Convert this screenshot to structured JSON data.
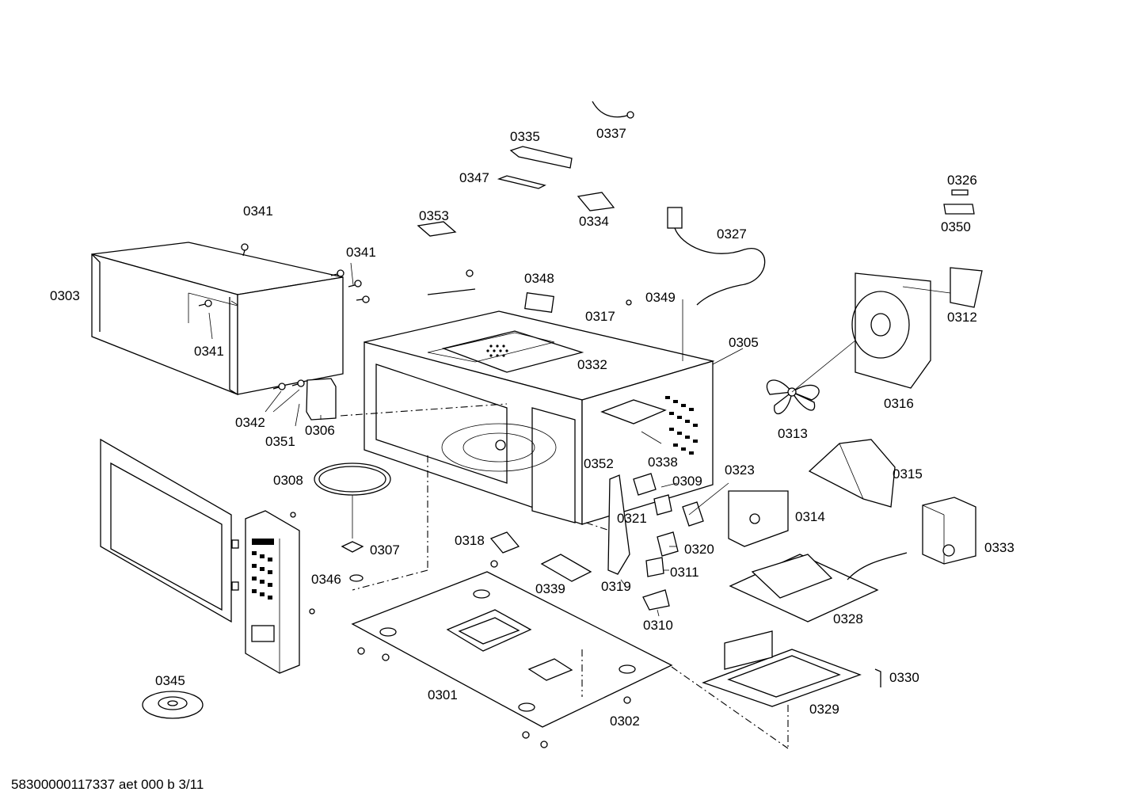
{
  "footer": {
    "code": "58300000117337 aet 000 b 3/11"
  },
  "parts": [
    {
      "id": "p0301",
      "label": "0301"
    },
    {
      "id": "p0302",
      "label": "0302"
    },
    {
      "id": "p0303",
      "label": "0303"
    },
    {
      "id": "p0305",
      "label": "0305"
    },
    {
      "id": "p0306",
      "label": "0306"
    },
    {
      "id": "p0307",
      "label": "0307"
    },
    {
      "id": "p0308",
      "label": "0308"
    },
    {
      "id": "p0309",
      "label": "0309"
    },
    {
      "id": "p0310",
      "label": "0310"
    },
    {
      "id": "p0311",
      "label": "0311"
    },
    {
      "id": "p0312",
      "label": "0312"
    },
    {
      "id": "p0313",
      "label": "0313"
    },
    {
      "id": "p0314",
      "label": "0314"
    },
    {
      "id": "p0315",
      "label": "0315"
    },
    {
      "id": "p0316",
      "label": "0316"
    },
    {
      "id": "p0317",
      "label": "0317"
    },
    {
      "id": "p0318",
      "label": "0318"
    },
    {
      "id": "p0319",
      "label": "0319"
    },
    {
      "id": "p0320",
      "label": "0320"
    },
    {
      "id": "p0321",
      "label": "0321"
    },
    {
      "id": "p0323",
      "label": "0323"
    },
    {
      "id": "p0326",
      "label": "0326"
    },
    {
      "id": "p0327",
      "label": "0327"
    },
    {
      "id": "p0328",
      "label": "0328"
    },
    {
      "id": "p0329",
      "label": "0329"
    },
    {
      "id": "p0330",
      "label": "0330"
    },
    {
      "id": "p0332",
      "label": "0332"
    },
    {
      "id": "p0333",
      "label": "0333"
    },
    {
      "id": "p0334",
      "label": "0334"
    },
    {
      "id": "p0335",
      "label": "0335"
    },
    {
      "id": "p0337",
      "label": "0337"
    },
    {
      "id": "p0338",
      "label": "0338"
    },
    {
      "id": "p0339",
      "label": "0339"
    },
    {
      "id": "p0341a",
      "label": "0341"
    },
    {
      "id": "p0341b",
      "label": "0341"
    },
    {
      "id": "p0341c",
      "label": "0341"
    },
    {
      "id": "p0342",
      "label": "0342"
    },
    {
      "id": "p0345",
      "label": "0345"
    },
    {
      "id": "p0346",
      "label": "0346"
    },
    {
      "id": "p0347",
      "label": "0347"
    },
    {
      "id": "p0348",
      "label": "0348"
    },
    {
      "id": "p0349",
      "label": "0349"
    },
    {
      "id": "p0350",
      "label": "0350"
    },
    {
      "id": "p0351",
      "label": "0351"
    },
    {
      "id": "p0352",
      "label": "0352"
    },
    {
      "id": "p0353",
      "label": "0353"
    }
  ]
}
